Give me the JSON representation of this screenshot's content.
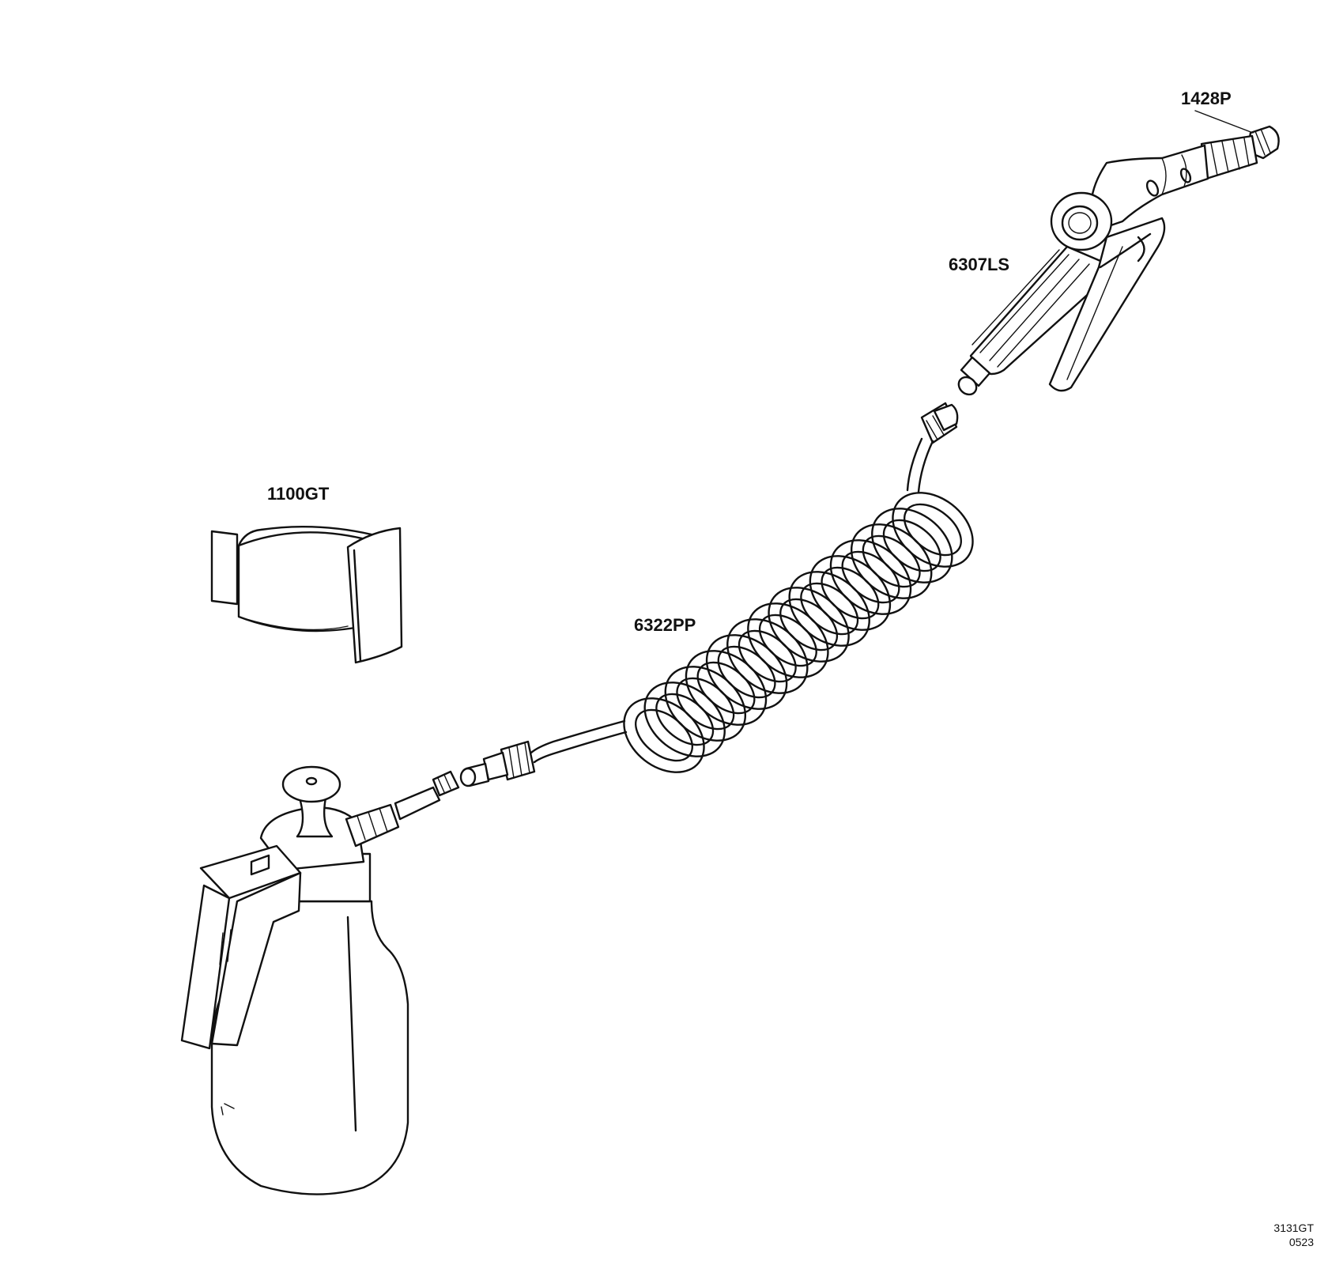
{
  "labels": {
    "nozzle": "1428P",
    "spray_gun": "6307LS",
    "holder": "1100GT",
    "coil_hose": "6322PP"
  },
  "drawing_code": {
    "line1": "3131GT",
    "line2": "0523"
  },
  "colors": {
    "line": "#111111",
    "background": "#ffffff"
  }
}
